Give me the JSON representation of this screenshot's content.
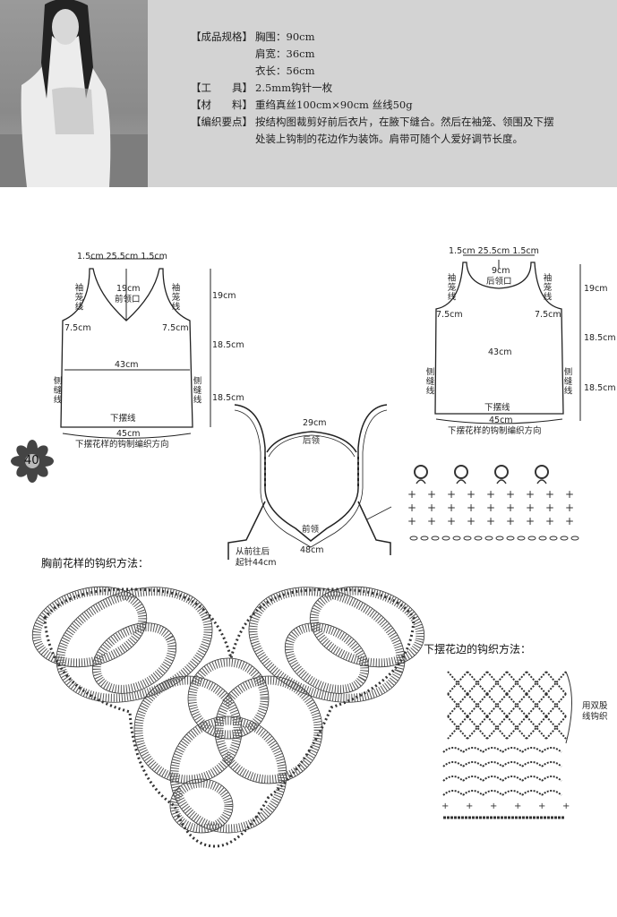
{
  "header": {
    "spec_label": "【成品规格】",
    "spec_chest": "胸围：90cm",
    "spec_shoulder": "肩宽：36cm",
    "spec_length": "衣长：56cm",
    "tool_label": "【工　　具】",
    "tool_value": "2.5mm钩针一枚",
    "material_label": "【材　　料】",
    "material_value": "重绉真丝100cm×90cm 丝线50g",
    "notes_label": "【编织要点】",
    "notes_line1": "按结构图裁剪好前后衣片，在腋下缝合。然后在袖笼、领围及下摆",
    "notes_line2": "处装上钩制的花边作为装饰。肩带可随个人爱好调节长度。"
  },
  "front": {
    "top_dims": "1.5cm  25.5cm  1.5cm",
    "neck_depth": "19cm",
    "neck_label": "前领口",
    "armhole_left": "袖笼线",
    "armhole_right": "袖笼线",
    "arm_left": "7.5cm",
    "arm_right": "7.5cm",
    "width": "43cm",
    "side_left": "侧缝线",
    "side_right": "侧缝线",
    "hem_label": "下摆线",
    "hem_width": "45cm",
    "direction": "下摆花样的钩制编织方向",
    "h1": "19cm",
    "h2": "18.5cm",
    "h3": "18.5cm"
  },
  "back": {
    "top_dims": "1.5cm  25.5cm  1.5cm",
    "neck_depth": "9cm",
    "neck_label": "后领口",
    "armhole_left": "袖笼线",
    "armhole_right": "袖笼线",
    "arm_left": "7.5cm",
    "arm_right": "7.5cm",
    "width": "43cm",
    "side_left": "侧缝线",
    "side_right": "侧缝线",
    "hem_label": "下摆线",
    "hem_width": "45cm",
    "direction": "下摆花样的钩制编织方向",
    "h1": "19cm",
    "h2": "18.5cm",
    "h3": "18.5cm"
  },
  "neckband": {
    "back_len": "29cm",
    "back_label": "后领",
    "front_label": "前领",
    "front_len": "48cm",
    "start_note1": "从前往后",
    "start_note2": "起针44cm"
  },
  "page_number": "40",
  "chest_motif_title": "胸前花样的钩织方法：",
  "hem_border_title": "下摆花边的钩织方法：",
  "hem_border_note": "用双股线钩织"
}
